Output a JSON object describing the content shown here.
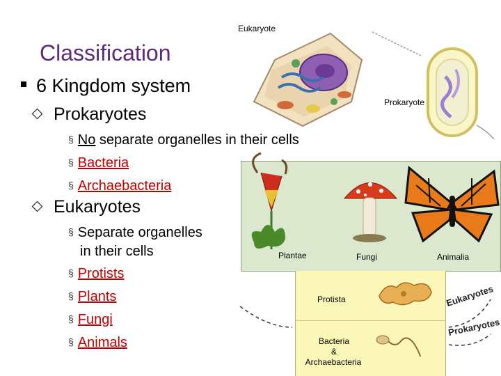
{
  "slide": {
    "title": "Classification",
    "bullet1": "6 Kingdom system",
    "prokaryotes": {
      "heading": "Prokaryotes",
      "items": [
        {
          "pre": "No",
          "post": " separate organelles in their cells"
        },
        {
          "text": "Bacteria"
        },
        {
          "text": "Archaebacteria"
        }
      ]
    },
    "eukaryotes": {
      "heading": "Eukaryotes",
      "items": [
        {
          "line1": "Separate organelles",
          "line2": "in their cells"
        },
        {
          "text": "Protists"
        },
        {
          "text": "Plants"
        },
        {
          "text": "Fungi"
        },
        {
          "text": "Animals"
        }
      ]
    }
  },
  "figure": {
    "cell_labels": {
      "eukaryote": "Eukaryote",
      "prokaryote": "Prokaryote"
    },
    "kingdoms": {
      "plantae": "Plantae",
      "fungi": "Fungi",
      "animalia": "Animalia",
      "protista": "Protista",
      "bacteria_line1": "Bacteria",
      "bacteria_line2": "&",
      "bacteria_line3": "Archaebacteria"
    },
    "arc_labels": {
      "eukaryotes": "Eukaryotes",
      "prokaryotes": "Prokaryotes"
    }
  },
  "colors": {
    "title": "#5a2a7e",
    "link_red": "#c00000",
    "panel_green": "#dbe8cd",
    "panel_yellow": "#fbf7b9"
  }
}
